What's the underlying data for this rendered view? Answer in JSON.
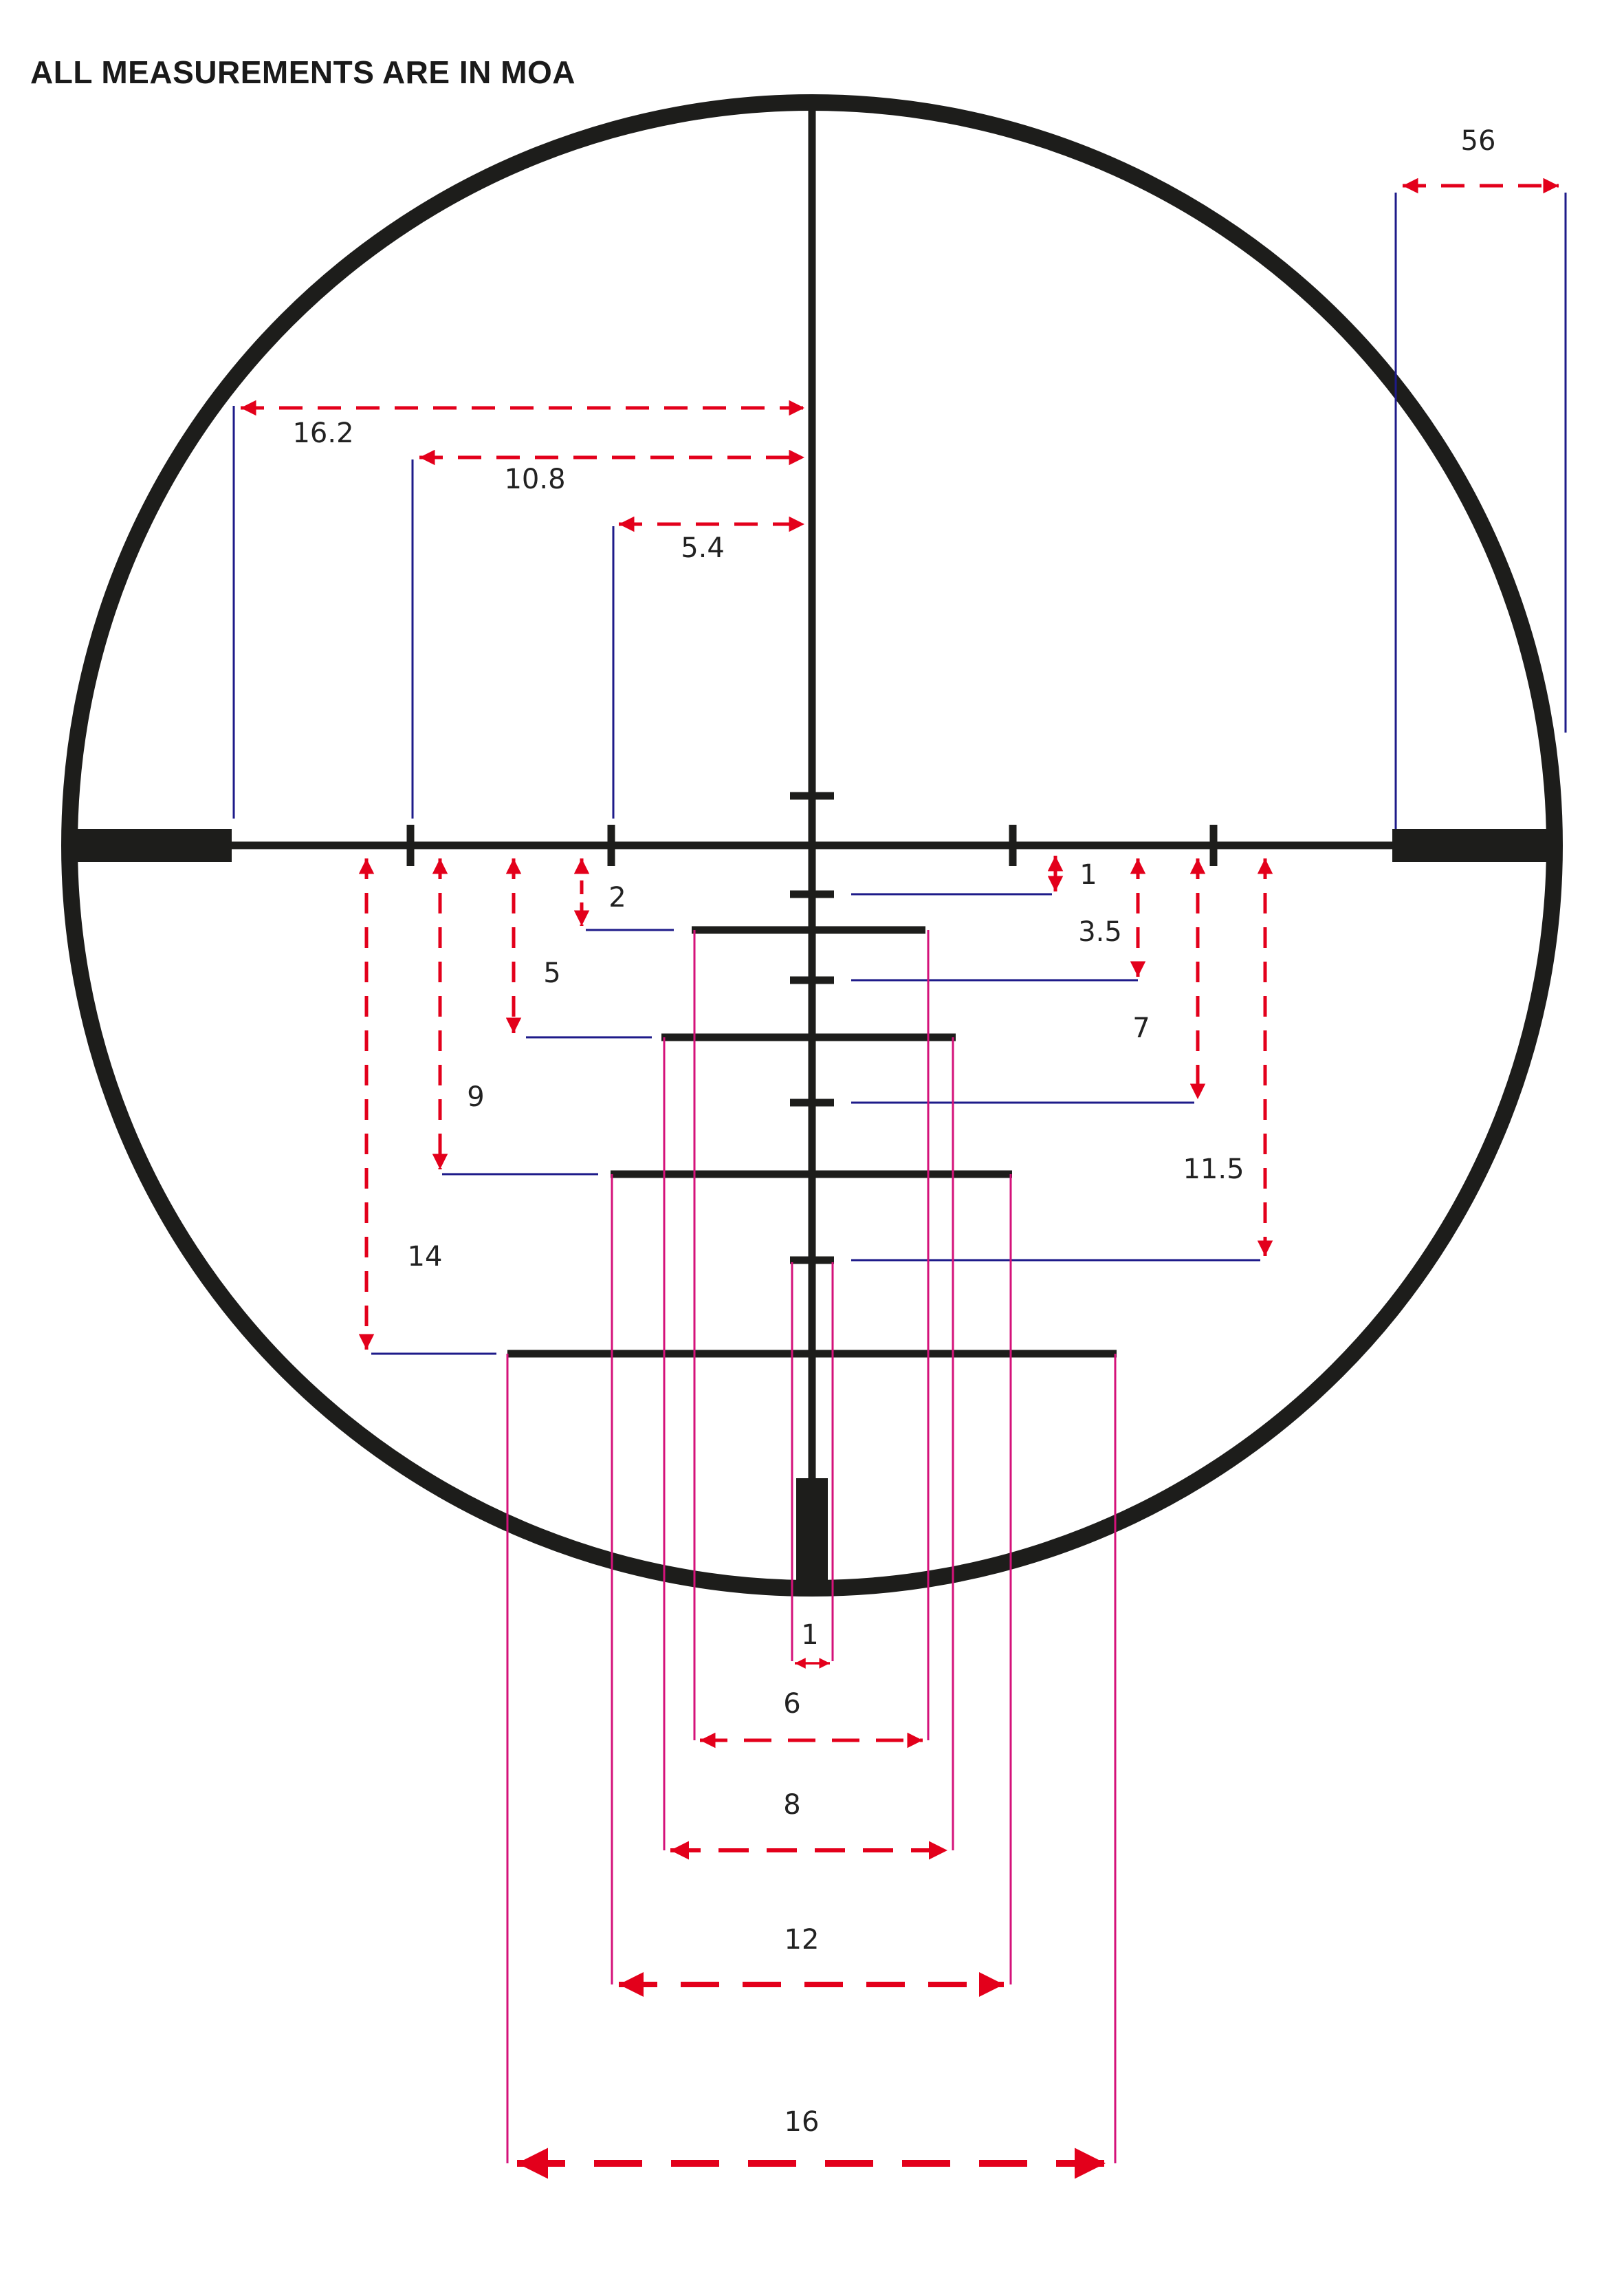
{
  "title": "ALL MEASUREMENTS ARE IN MOA",
  "colors": {
    "reticle": "#1d1d1b",
    "arrow": "#e3001b",
    "leader_blue": "#1e1b8a",
    "leader_magenta": "#d4127a"
  },
  "labels": {
    "field_width": "56",
    "h_16_2": "16.2",
    "h_10_8": "10.8",
    "h_5_4": "5.4",
    "v_2": "2",
    "v_5": "5",
    "v_9": "9",
    "v_14": "14",
    "v_1": "1",
    "v_3_5": "3.5",
    "v_7": "7",
    "v_11_5": "11.5",
    "w_1": "1",
    "w_6": "6",
    "w_8": "8",
    "w_12": "12",
    "w_16": "16"
  }
}
